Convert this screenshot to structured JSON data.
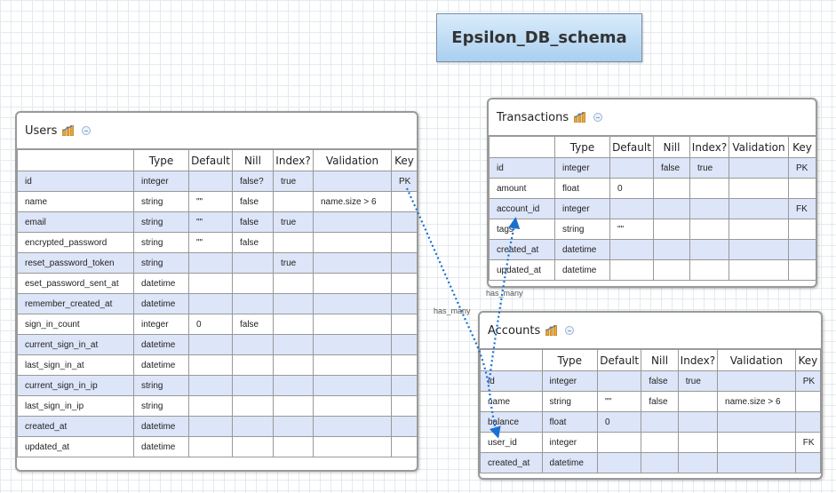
{
  "diagram": {
    "title": "Epsilon_DB_schema"
  },
  "columns": [
    "",
    "Type",
    "Default",
    "Nill",
    "Index?",
    "Validation",
    "Key"
  ],
  "users": {
    "name": "Users",
    "rows": [
      [
        "id",
        "integer",
        "",
        "false?",
        "true",
        "",
        "PK"
      ],
      [
        "name",
        "string",
        "\"\"",
        "false",
        "",
        "name.size > 6",
        ""
      ],
      [
        "email",
        "string",
        "\"\"",
        "false",
        "true",
        "",
        ""
      ],
      [
        "encrypted_password",
        "string",
        "\"\"",
        "false",
        "",
        "",
        ""
      ],
      [
        "reset_password_token",
        "string",
        "",
        "",
        "true",
        "",
        ""
      ],
      [
        "eset_password_sent_at",
        "datetime",
        "",
        "",
        "",
        "",
        ""
      ],
      [
        "remember_created_at",
        "datetime",
        "",
        "",
        "",
        "",
        ""
      ],
      [
        "sign_in_count",
        "integer",
        "0",
        "false",
        "",
        "",
        ""
      ],
      [
        "current_sign_in_at",
        "datetime",
        "",
        "",
        "",
        "",
        ""
      ],
      [
        "last_sign_in_at",
        "datetime",
        "",
        "",
        "",
        "",
        ""
      ],
      [
        "current_sign_in_ip",
        "string",
        "",
        "",
        "",
        "",
        ""
      ],
      [
        "last_sign_in_ip",
        "string",
        "",
        "",
        "",
        "",
        ""
      ],
      [
        "created_at",
        "datetime",
        "",
        "",
        "",
        "",
        ""
      ],
      [
        "updated_at",
        "datetime",
        "",
        "",
        "",
        "",
        ""
      ]
    ]
  },
  "transactions": {
    "name": "Transactions",
    "rows": [
      [
        "id",
        "integer",
        "",
        "false",
        "true",
        "",
        "PK"
      ],
      [
        "amount",
        "float",
        "0",
        "",
        "",
        "",
        ""
      ],
      [
        "account_id",
        "integer",
        "",
        "",
        "",
        "",
        "FK"
      ],
      [
        "tags",
        "string",
        "\"\"",
        "",
        "",
        "",
        ""
      ],
      [
        "created_at",
        "datetime",
        "",
        "",
        "",
        "",
        ""
      ],
      [
        "updated_at",
        "datetime",
        "",
        "",
        "",
        "",
        ""
      ]
    ]
  },
  "accounts": {
    "name": "Accounts",
    "rows": [
      [
        "id",
        "integer",
        "",
        "false",
        "true",
        "",
        "PK"
      ],
      [
        "name",
        "string",
        "\"\"",
        "false",
        "",
        "name.size > 6",
        ""
      ],
      [
        "balance",
        "float",
        "0",
        "",
        "",
        "",
        ""
      ],
      [
        "user_id",
        "integer",
        "",
        "",
        "",
        "",
        "FK"
      ],
      [
        "created_at",
        "datetime",
        "",
        "",
        "",
        "",
        ""
      ]
    ]
  },
  "relationships": [
    {
      "label": "has_many",
      "from": "Users.id",
      "to": "Accounts.user_id"
    },
    {
      "label": "has_many",
      "from": "Accounts.id",
      "to": "Transactions.account_id"
    }
  ],
  "icons": {
    "entity_icon": "chart-icon",
    "collapse_icon": "collapse-icon"
  },
  "colors": {
    "highlight_row": "#dde5f8",
    "link": "#1a6fd1",
    "title_fill": "#aacff0"
  }
}
